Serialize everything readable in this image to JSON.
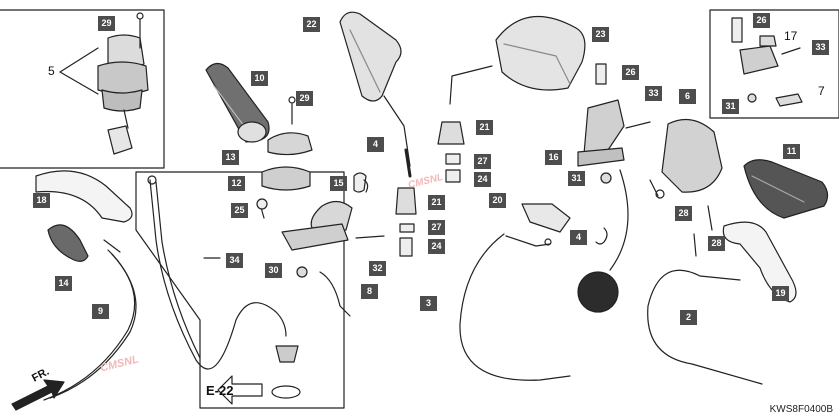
{
  "diagram": {
    "drawing_code": "KWS8F0400B",
    "ref_label": "E-22",
    "direction_label": "FR.",
    "watermark": "CMSNL",
    "callouts": [
      {
        "id": "c29a",
        "text": "29"
      },
      {
        "id": "c5",
        "text": "5"
      },
      {
        "id": "c22",
        "text": "22"
      },
      {
        "id": "c10",
        "text": "10"
      },
      {
        "id": "c29b",
        "text": "29"
      },
      {
        "id": "c13",
        "text": "13"
      },
      {
        "id": "c12",
        "text": "12"
      },
      {
        "id": "c25",
        "text": "25"
      },
      {
        "id": "c18",
        "text": "18"
      },
      {
        "id": "c14",
        "text": "14"
      },
      {
        "id": "c9",
        "text": "9"
      },
      {
        "id": "c34",
        "text": "34"
      },
      {
        "id": "c30",
        "text": "30"
      },
      {
        "id": "c15",
        "text": "15"
      },
      {
        "id": "c4a",
        "text": "4"
      },
      {
        "id": "c32",
        "text": "32"
      },
      {
        "id": "c8",
        "text": "8"
      },
      {
        "id": "c21a",
        "text": "21"
      },
      {
        "id": "c27a",
        "text": "27"
      },
      {
        "id": "c24a",
        "text": "24"
      },
      {
        "id": "c21b",
        "text": "21"
      },
      {
        "id": "c27b",
        "text": "27"
      },
      {
        "id": "c24b",
        "text": "24"
      },
      {
        "id": "c23",
        "text": "23"
      },
      {
        "id": "c26a",
        "text": "26"
      },
      {
        "id": "c33a",
        "text": "33"
      },
      {
        "id": "c16",
        "text": "16"
      },
      {
        "id": "c31a",
        "text": "31"
      },
      {
        "id": "c6",
        "text": "6"
      },
      {
        "id": "c20",
        "text": "20"
      },
      {
        "id": "c4b",
        "text": "4"
      },
      {
        "id": "c3",
        "text": "3"
      },
      {
        "id": "c26b",
        "text": "26"
      },
      {
        "id": "c17",
        "text": "17"
      },
      {
        "id": "c33b",
        "text": "33"
      },
      {
        "id": "c7",
        "text": "7"
      },
      {
        "id": "c31b",
        "text": "31"
      },
      {
        "id": "c11",
        "text": "11"
      },
      {
        "id": "c28a",
        "text": "28"
      },
      {
        "id": "c28b",
        "text": "28"
      },
      {
        "id": "c19",
        "text": "19"
      },
      {
        "id": "c2",
        "text": "2"
      }
    ]
  }
}
